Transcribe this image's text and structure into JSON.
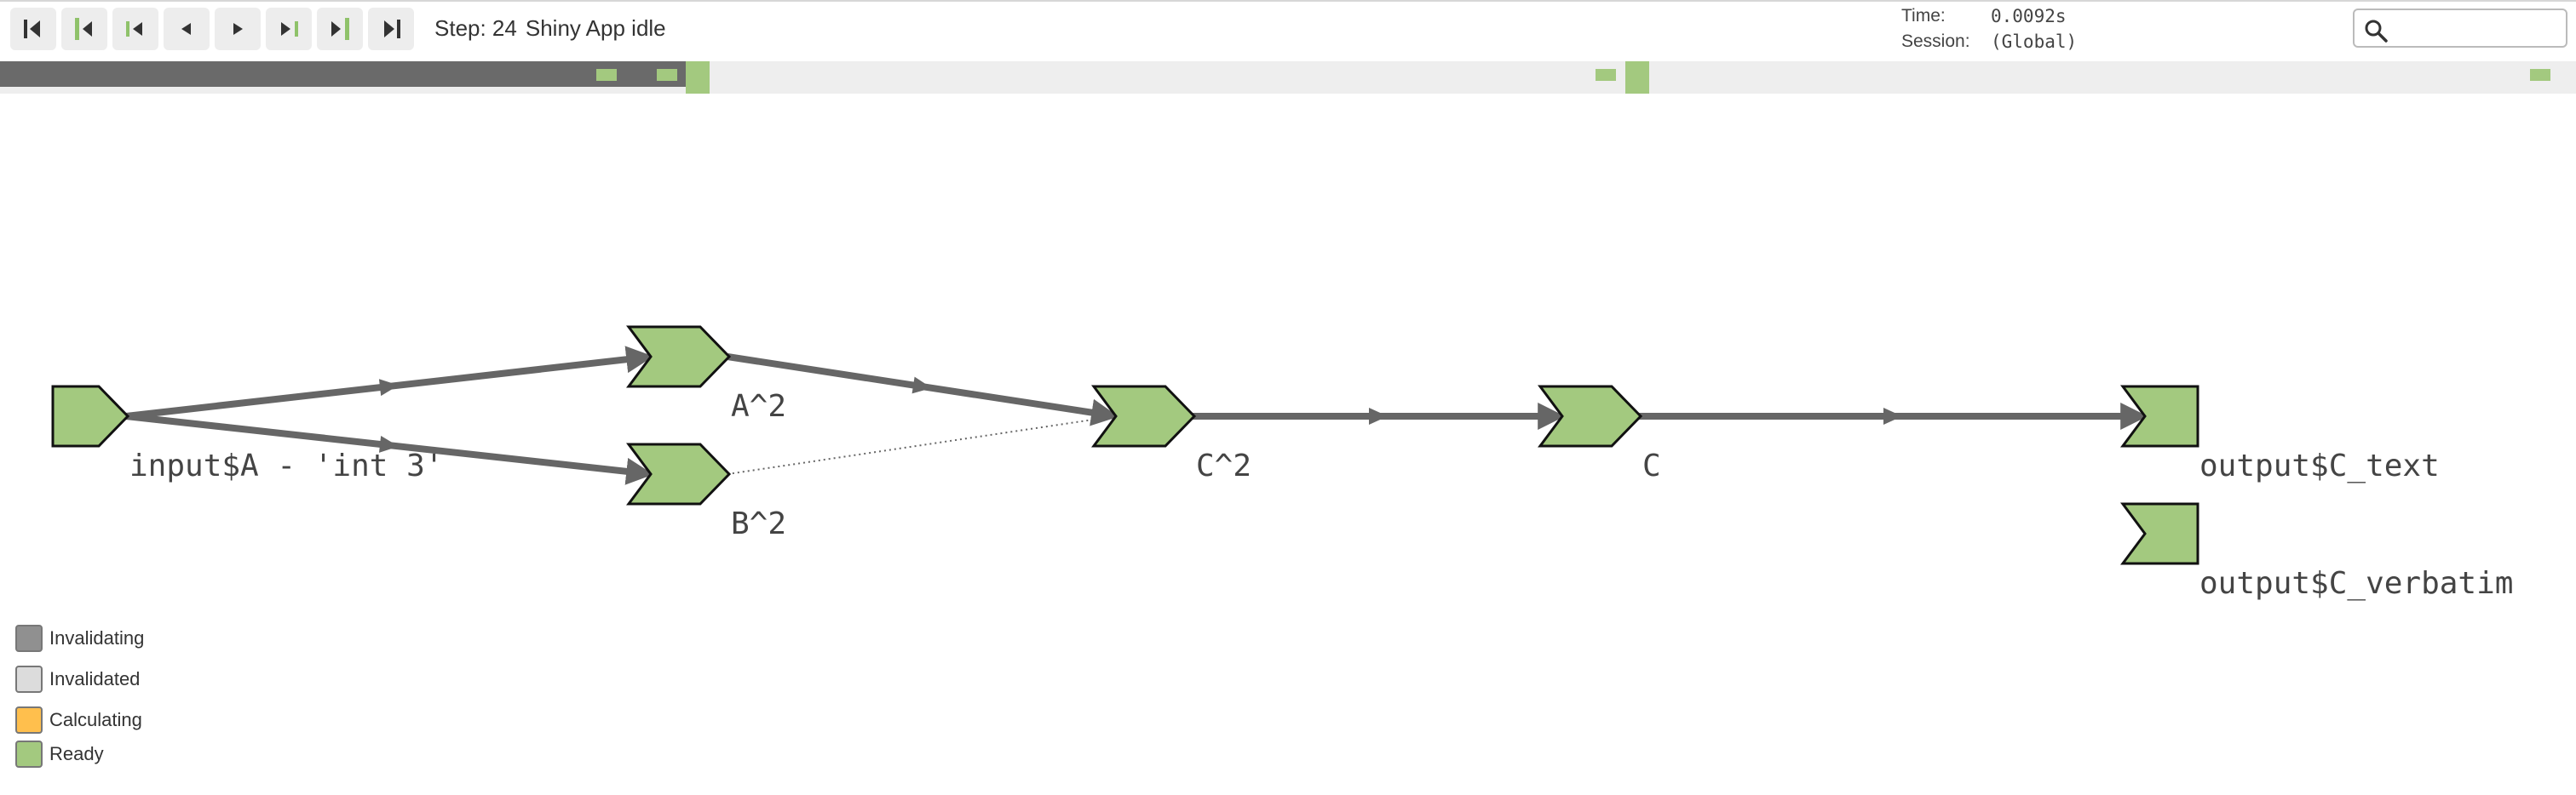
{
  "toolbar": {
    "buttons": [
      {
        "name": "first-step-button",
        "icon": "skip-to-start-icon"
      },
      {
        "name": "previous-idle-button",
        "icon": "previous-idle-icon"
      },
      {
        "name": "previous-cycle-button",
        "icon": "previous-cycle-icon"
      },
      {
        "name": "previous-step-button",
        "icon": "step-back-icon"
      },
      {
        "name": "next-step-button",
        "icon": "step-forward-icon"
      },
      {
        "name": "next-cycle-button",
        "icon": "next-cycle-icon"
      },
      {
        "name": "next-idle-button",
        "icon": "next-idle-icon"
      },
      {
        "name": "last-step-button",
        "icon": "skip-to-end-icon"
      }
    ],
    "step_label": "Step: 24",
    "status_text": "Shiny App idle",
    "time_label": "Time:",
    "time_value": "0.0092s",
    "session_label": "Session:",
    "session_value": "(Global)",
    "search_placeholder": "",
    "search_value": ""
  },
  "timeline": {
    "progress_fraction": 0.2715,
    "marks": [
      {
        "kind": "small",
        "at": 0.2315
      },
      {
        "kind": "small",
        "at": 0.2548
      },
      {
        "kind": "big",
        "at": 0.2662
      },
      {
        "kind": "small",
        "at": 0.6193
      },
      {
        "kind": "big",
        "at": 0.6308
      },
      {
        "kind": "small",
        "at": 0.9822
      }
    ]
  },
  "graph": {
    "nodes": [
      {
        "id": "input_A",
        "label": "input$A - 'int 3'",
        "shape": "input",
        "state": "ready"
      },
      {
        "id": "A2",
        "label": "A^2",
        "shape": "reactive",
        "state": "ready"
      },
      {
        "id": "B2",
        "label": "B^2",
        "shape": "reactive",
        "state": "ready"
      },
      {
        "id": "C2",
        "label": "C^2",
        "shape": "reactive",
        "state": "ready"
      },
      {
        "id": "C",
        "label": "C",
        "shape": "reactive",
        "state": "ready"
      },
      {
        "id": "out_text",
        "label": "output$C_text",
        "shape": "output",
        "state": "ready"
      },
      {
        "id": "out_verbatim",
        "label": "output$C_verbatim",
        "shape": "output",
        "state": "ready"
      }
    ],
    "edges": [
      {
        "from": "input_A",
        "to": "A2",
        "style": "solid"
      },
      {
        "from": "input_A",
        "to": "B2",
        "style": "solid"
      },
      {
        "from": "A2",
        "to": "C2",
        "style": "solid"
      },
      {
        "from": "B2",
        "to": "C2",
        "style": "dotted"
      },
      {
        "from": "C2",
        "to": "C",
        "style": "solid"
      },
      {
        "from": "C",
        "to": "out_text",
        "style": "solid"
      }
    ]
  },
  "legend": [
    {
      "label": "Invalidating",
      "color": "#909090"
    },
    {
      "label": "Invalidated",
      "color": "#dcdcdc"
    },
    {
      "label": "Calculating",
      "color": "#ffbf4d"
    },
    {
      "label": "Ready",
      "color": "#a3c97f"
    }
  ],
  "colors": {
    "ready": "#a3c97f",
    "edge": "#666666",
    "timeline_bg": "#eeeeee",
    "timeline_progress": "#6a6a6a"
  }
}
